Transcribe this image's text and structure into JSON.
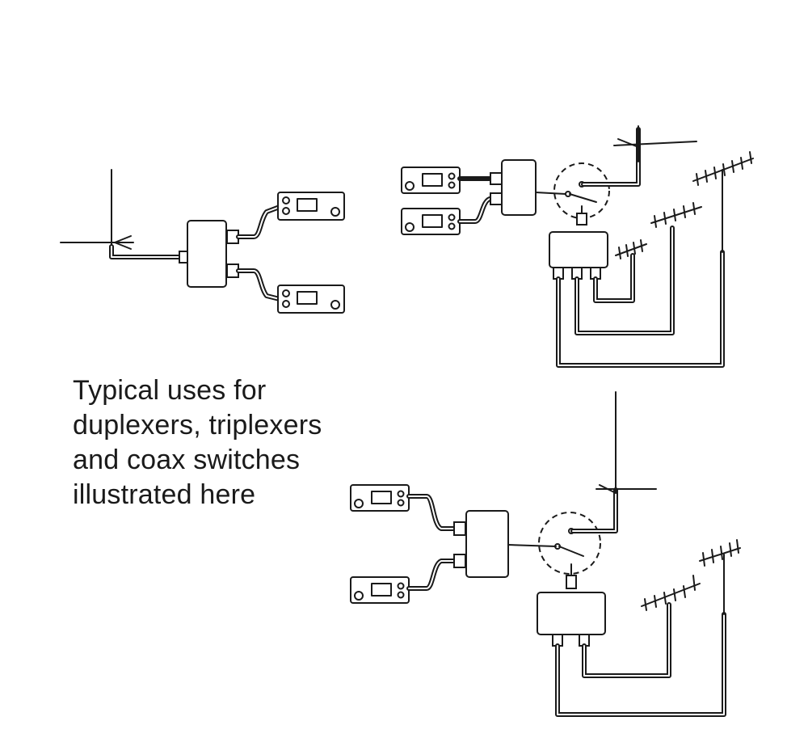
{
  "caption": {
    "lines": [
      "Typical uses for",
      "duplexers, triplexers",
      "and coax switches",
      "illustrated here"
    ]
  },
  "colors": {
    "ink": "#1a1a1a",
    "paper": "#ffffff"
  },
  "icons": [
    "transceiver-icon",
    "antenna-icon",
    "yagi-antenna-icon",
    "duplexer-icon",
    "triplexer-icon",
    "coax-switch-icon"
  ]
}
